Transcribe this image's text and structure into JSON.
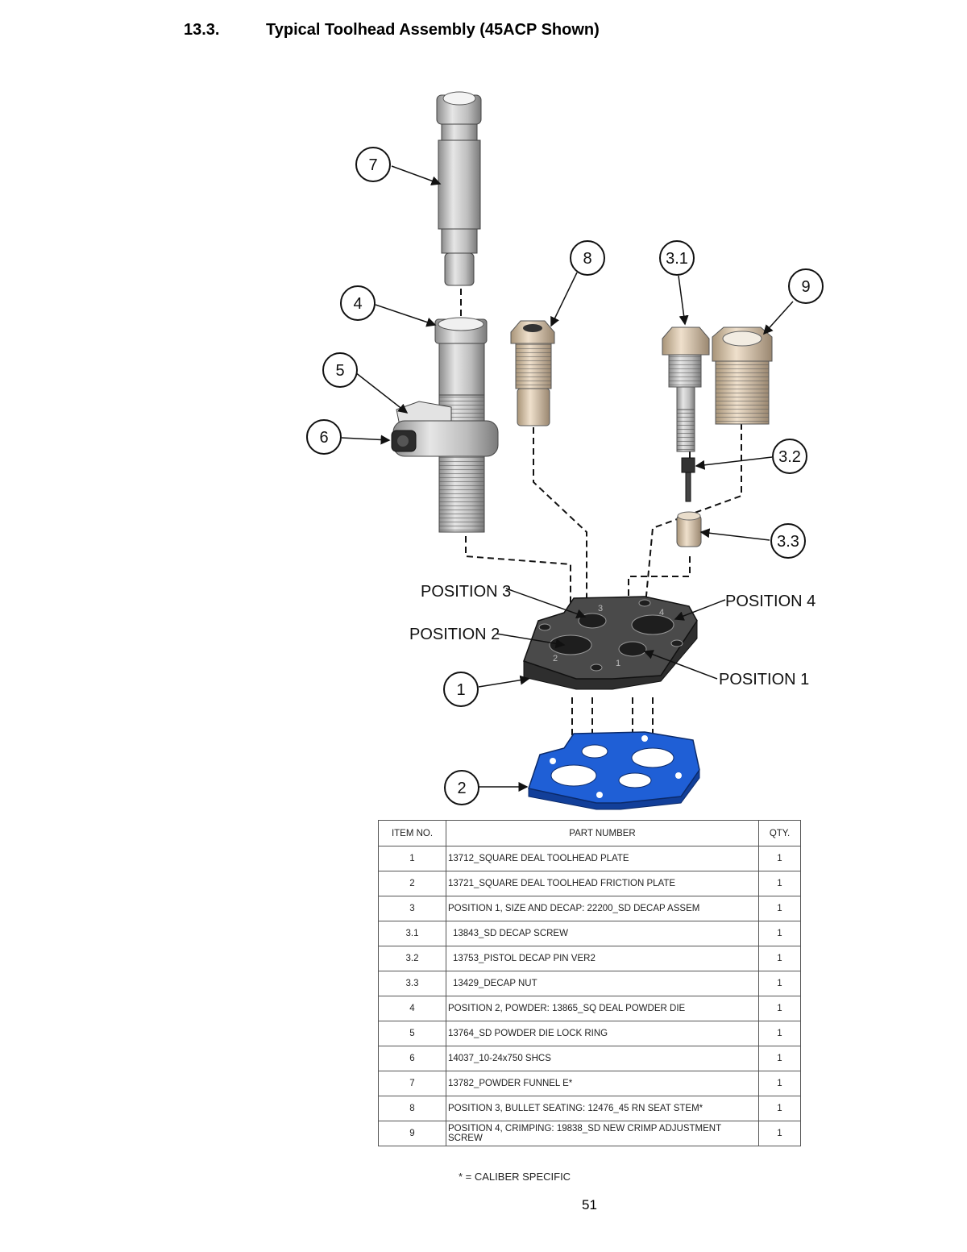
{
  "section": {
    "number": "13.3.",
    "title": "Typical Toolhead Assembly (45ACP Shown)"
  },
  "diagram": {
    "callouts": [
      "7",
      "8",
      "3.1",
      "9",
      "4",
      "5",
      "6",
      "3.2",
      "3.3",
      "1",
      "2"
    ],
    "positions": [
      "POSITION 3",
      "POSITION 2",
      "POSITION 4",
      "POSITION 1"
    ],
    "plate_numbers": [
      "1",
      "2",
      "3",
      "4"
    ],
    "colors": {
      "friction_plate": "#1f5fd6",
      "toolhead_plate": "#3a3a3a",
      "steel": "#c8c8c8",
      "brass": "#d9c4a8"
    }
  },
  "bom": {
    "headers": [
      "ITEM NO.",
      "PART NUMBER",
      "QTY."
    ],
    "rows": [
      {
        "item": "1",
        "part": "13712_SQUARE DEAL TOOLHEAD PLATE",
        "qty": "1"
      },
      {
        "item": "2",
        "part": "13721_SQUARE DEAL TOOLHEAD FRICTION PLATE",
        "qty": "1"
      },
      {
        "item": "3",
        "part": "POSITION 1, SIZE AND DECAP: 22200_SD DECAP ASSEM",
        "qty": "1"
      },
      {
        "item": "3.1",
        "part": "13843_SD DECAP SCREW",
        "qty": "1"
      },
      {
        "item": "3.2",
        "part": "13753_PISTOL DECAP PIN VER2",
        "qty": "1"
      },
      {
        "item": "3.3",
        "part": "13429_DECAP NUT",
        "qty": "1"
      },
      {
        "item": "4",
        "part": "POSITION 2, POWDER: 13865_SQ DEAL POWDER DIE",
        "qty": "1"
      },
      {
        "item": "5",
        "part": "13764_SD POWDER DIE LOCK RING",
        "qty": "1"
      },
      {
        "item": "6",
        "part": "14037_10-24x750 SHCS",
        "qty": "1"
      },
      {
        "item": "7",
        "part": "13782_POWDER FUNNEL E*",
        "qty": "1"
      },
      {
        "item": "8",
        "part": "POSITION 3, BULLET SEATING:  12476_45 RN SEAT STEM*",
        "qty": "1"
      },
      {
        "item": "9",
        "part": "POSITION 4, CRIMPING:  19838_SD NEW CRIMP ADJUSTMENT SCREW",
        "qty": "1"
      }
    ]
  },
  "note": "* = CALIBER SPECIFIC",
  "page_number": "51"
}
